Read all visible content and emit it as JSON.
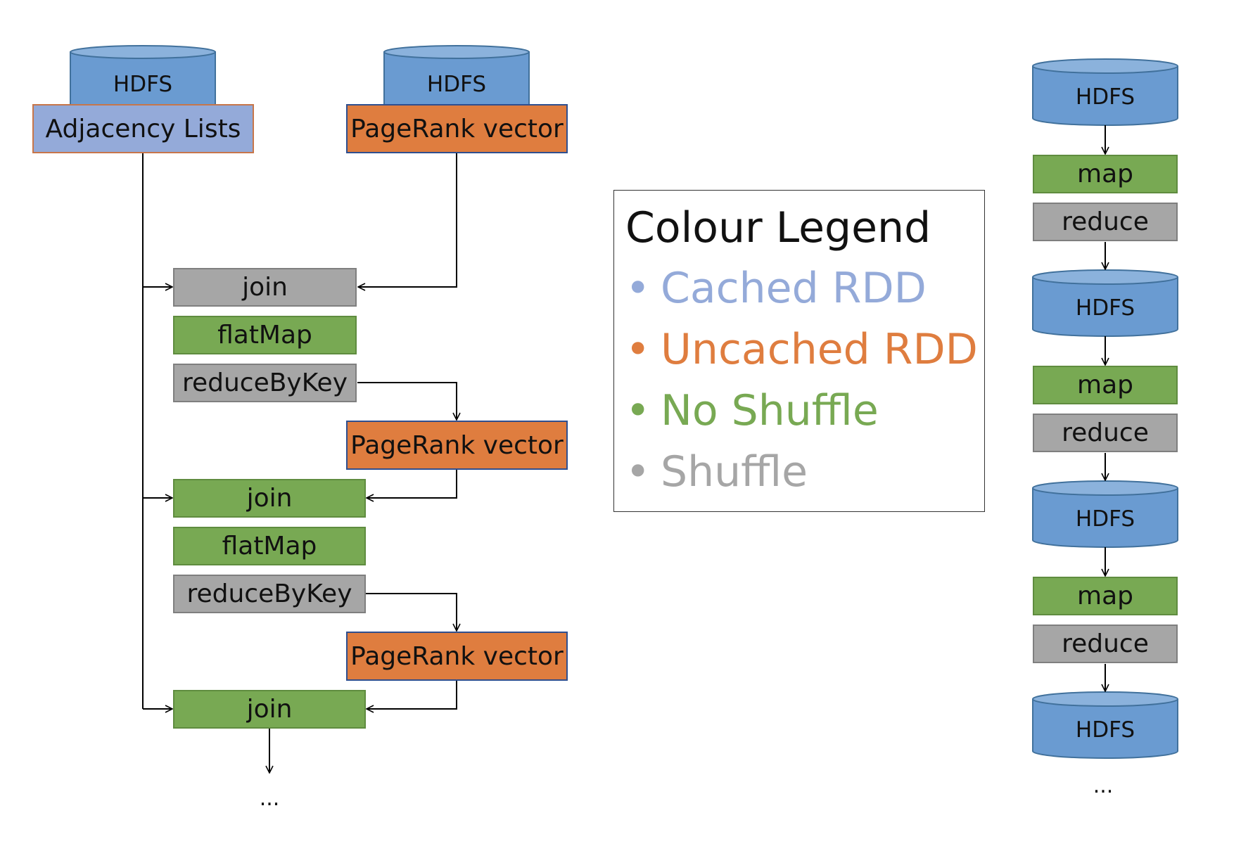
{
  "colors": {
    "cached": "#94aad9",
    "uncached": "#df7d3f",
    "no_shuffle": "#78a953",
    "shuffle": "#a6a6a6",
    "hdfs": "#6a9bd1"
  },
  "storage_label": "HDFS",
  "spark_flow": {
    "adjacency_lists": "Adjacency Lists",
    "pagerank_vector": "PageRank vector",
    "iteration_1": {
      "join": "join",
      "flatmap": "flatMap",
      "reduce_by_key": "reduceByKey"
    },
    "pagerank_vector_2": "PageRank vector",
    "iteration_2": {
      "join": "join",
      "flatmap": "flatMap",
      "reduce_by_key": "reduceByKey"
    },
    "pagerank_vector_3": "PageRank vector",
    "iteration_3": {
      "join": "join"
    },
    "ellipsis": "..."
  },
  "mapreduce_flow": {
    "stages": [
      {
        "map": "map",
        "reduce": "reduce"
      },
      {
        "map": "map",
        "reduce": "reduce"
      },
      {
        "map": "map",
        "reduce": "reduce"
      }
    ],
    "ellipsis": "..."
  },
  "legend": {
    "title": "Colour Legend",
    "bullet": "•",
    "items": [
      {
        "label": "Cached RDD",
        "color": "#94aad9"
      },
      {
        "label": "Uncached RDD",
        "color": "#df7d3f"
      },
      {
        "label": "No Shuffle",
        "color": "#78a953"
      },
      {
        "label": "Shuffle",
        "color": "#a6a6a6"
      }
    ]
  }
}
